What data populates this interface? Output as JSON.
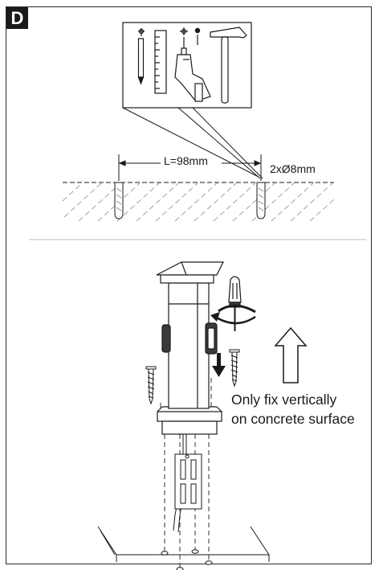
{
  "step": {
    "letter": "D"
  },
  "drilling": {
    "spacing_label": "L=98mm",
    "hole_label": "2xØ8mm"
  },
  "tools": [
    "pencil-icon",
    "ruler-icon",
    "drill-icon",
    "hammer-icon"
  ],
  "mounting": {
    "note_line1": "Only fix vertically",
    "note_line2": "on concrete surface"
  },
  "colors": {
    "ink": "#1a1a1a",
    "fill_dark": "#3a3a3a",
    "paper": "#ffffff"
  }
}
